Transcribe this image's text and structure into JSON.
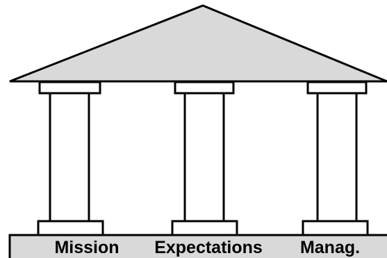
{
  "diagram": {
    "pillars": [
      {
        "label": "Mission"
      },
      {
        "label": "Expectations"
      },
      {
        "label": "Manag."
      }
    ]
  },
  "colors": {
    "roof_fill": "#d9d9d9",
    "base_fill": "#d9d9d9",
    "column_fill": "#ffffff",
    "stroke": "#000000"
  }
}
